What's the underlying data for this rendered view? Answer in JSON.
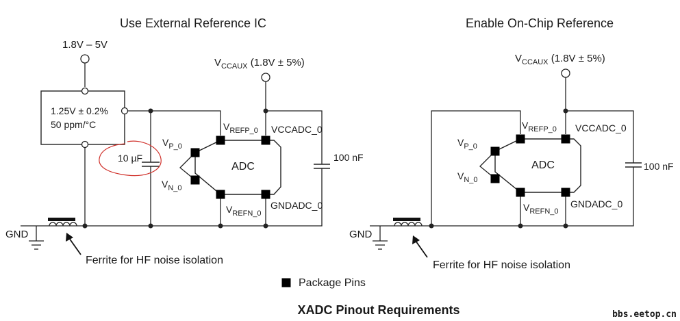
{
  "left_panel": {
    "title": "Use External Reference IC",
    "supply_label": "1.8V – 5V",
    "ref_ic_line1": "1.25V ± 0.2%",
    "ref_ic_line2": "50 ppm/°C",
    "vccaux_main": "V",
    "vccaux_sub": "CCAUX",
    "vccaux_tail": " (1.8V ± 5%)",
    "cap_10u": "10 µF",
    "cap_100n": "100 nF",
    "adc": "ADC",
    "vrefp_main": "V",
    "vrefp_sub": "REFP_0",
    "vccadc": "VCCADC_0",
    "vp_main": "V",
    "vp_sub": "P_0",
    "vn_main": "V",
    "vn_sub": "N_0",
    "vrefn_main": "V",
    "vrefn_sub": "REFN_0",
    "gndadc": "GNDADC_0",
    "gnd": "GND",
    "ferrite": "Ferrite for HF noise isolation"
  },
  "right_panel": {
    "title": "Enable On-Chip Reference",
    "vccaux_main": "V",
    "vccaux_sub": "CCAUX",
    "vccaux_tail": " (1.8V ± 5%)",
    "cap_100n": "100 nF",
    "adc": "ADC",
    "vrefp_main": "V",
    "vrefp_sub": "REFP_0",
    "vccadc": "VCCADC_0",
    "vp_main": "V",
    "vp_sub": "P_0",
    "vn_main": "V",
    "vn_sub": "N_0",
    "vrefn_main": "V",
    "vrefn_sub": "REFN_0",
    "gndadc": "GNDADC_0",
    "gnd": "GND",
    "ferrite": "Ferrite for HF noise isolation"
  },
  "legend": {
    "package_pins": "Package Pins"
  },
  "caption": "XADC Pinout Requirements",
  "watermark": "bbs.eetop.cn",
  "colors": {
    "line": "#222222",
    "annotation": "#d0302a",
    "background": "#ffffff"
  }
}
